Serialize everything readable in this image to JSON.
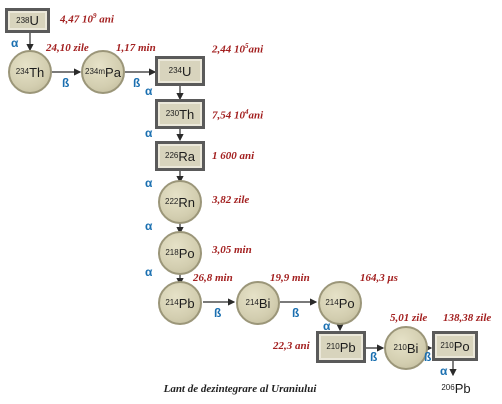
{
  "caption": "Lant de dezintegrare al Uraniului",
  "half_life_suffixes": {
    "ani": "ani"
  },
  "nodes": [
    {
      "id": "U238",
      "mass": "238",
      "symbol": "U",
      "half_life": "4,47 10",
      "half_exp": "9",
      "half_unit": " ani"
    },
    {
      "id": "Th234",
      "mass": "234",
      "symbol": "Th",
      "half_life": "24,10 zile"
    },
    {
      "id": "Pa234m",
      "mass": "234m",
      "symbol": "Pa",
      "half_life": "1,17 min"
    },
    {
      "id": "U234",
      "mass": "234",
      "symbol": "U",
      "half_life": "2,44 10",
      "half_exp": "5",
      "half_unit": "ani"
    },
    {
      "id": "Th230",
      "mass": "230",
      "symbol": "Th",
      "half_life": "7,54 10",
      "half_exp": "4",
      "half_unit": "ani"
    },
    {
      "id": "Ra226",
      "mass": "226",
      "symbol": "Ra",
      "half_life": "1 600 ani"
    },
    {
      "id": "Rn222",
      "mass": "222",
      "symbol": "Rn",
      "half_life": "3,82 zile"
    },
    {
      "id": "Po218",
      "mass": "218",
      "symbol": "Po",
      "half_life": "3,05 min"
    },
    {
      "id": "Pb214",
      "mass": "214",
      "symbol": "Pb",
      "half_life": "26,8 min"
    },
    {
      "id": "Bi214",
      "mass": "214",
      "symbol": "Bi",
      "half_life": "19,9 min"
    },
    {
      "id": "Po214",
      "mass": "214",
      "symbol": "Po",
      "half_life": "164,3 μs"
    },
    {
      "id": "Pb210",
      "mass": "210",
      "symbol": "Pb",
      "half_life": "22,3 ani"
    },
    {
      "id": "Bi210",
      "mass": "210",
      "symbol": "Bi",
      "half_life": "5,01 zile"
    },
    {
      "id": "Po210",
      "mass": "210",
      "symbol": "Po",
      "half_life": "138,38 zile"
    },
    {
      "id": "Pb206",
      "mass": "206",
      "symbol": "Pb"
    }
  ],
  "decay_labels": {
    "alpha": "α",
    "beta": "ß"
  },
  "colors": {
    "half_life": "#a32020",
    "decay": "#1a6fb0",
    "node_fill": "#d8d4bd",
    "node_border": "#5a5a5a"
  }
}
